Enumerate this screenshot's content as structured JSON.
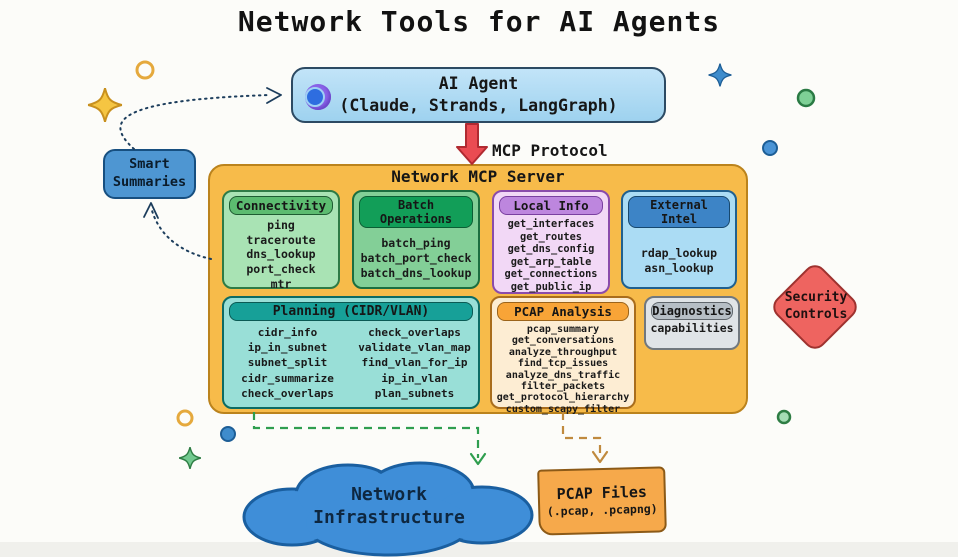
{
  "title": "Network Tools for AI Agents",
  "ai_agent": {
    "name": "AI Agent",
    "frameworks": "(Claude, Strands, LangGraph)"
  },
  "protocol_label": "MCP Protocol",
  "smart_summaries": {
    "line1": "Smart",
    "line2": "Summaries"
  },
  "server": {
    "title": "Network MCP Server",
    "groups": {
      "connectivity": {
        "title": "Connectivity",
        "tools": [
          "ping",
          "traceroute",
          "dns_lookup",
          "port_check",
          "mtr"
        ]
      },
      "batch_operations": {
        "title": "Batch Operations",
        "tools": [
          "batch_ping",
          "batch_port_check",
          "batch_dns_lookup"
        ]
      },
      "local_info": {
        "title": "Local Info",
        "tools": [
          "get_interfaces",
          "get_routes",
          "get_dns_config",
          "get_arp_table",
          "get_connections",
          "get_public_ip"
        ]
      },
      "external_intel": {
        "title": "External Intel",
        "tools": [
          "rdap_lookup",
          "asn_lookup"
        ]
      },
      "planning": {
        "title": "Planning (CIDR/VLAN)",
        "tools_left": [
          "cidr_info",
          "ip_in_subnet",
          "subnet_split",
          "cidr_summarize",
          "check_overlaps"
        ],
        "tools_right": [
          "check_overlaps",
          "validate_vlan_map",
          "find_vlan_for_ip",
          "ip_in_vlan",
          "plan_subnets"
        ]
      },
      "pcap_analysis": {
        "title": "PCAP Analysis",
        "tools": [
          "pcap_summary",
          "get_conversations",
          "analyze_throughput",
          "find_tcp_issues",
          "analyze_dns_traffic",
          "filter_packets",
          "get_protocol_hierarchy",
          "custom_scapy_filter"
        ]
      },
      "diagnostics": {
        "title": "Diagnostics",
        "tools": [
          "capabilities"
        ]
      }
    }
  },
  "security_controls": {
    "line1": "Security",
    "line2": "Controls"
  },
  "network_infrastructure": {
    "line1": "Network",
    "line2": "Infrastructure"
  },
  "pcap_files": {
    "line1": "PCAP Files",
    "line2": "(.pcap, .pcapng)"
  },
  "colors": {
    "server_fill": "#f7bb4a",
    "agent_fill": "#aeddf6",
    "smart_summaries_fill": "#4e96d2",
    "security_fill": "#ee6460",
    "cloud_fill": "#3f8ed8",
    "pcap_files_fill": "#f6a94b",
    "protocol_arrow": "#ea4b52",
    "connectivity_header": "#5cbb70",
    "batch_operations_header": "#129e58",
    "local_info_header": "#bd86de",
    "external_intel_header": "#3d84c6",
    "planning_header": "#17a098",
    "pcap_analysis_header": "#f8a437",
    "diagnostics_header": "#b6bec5"
  }
}
